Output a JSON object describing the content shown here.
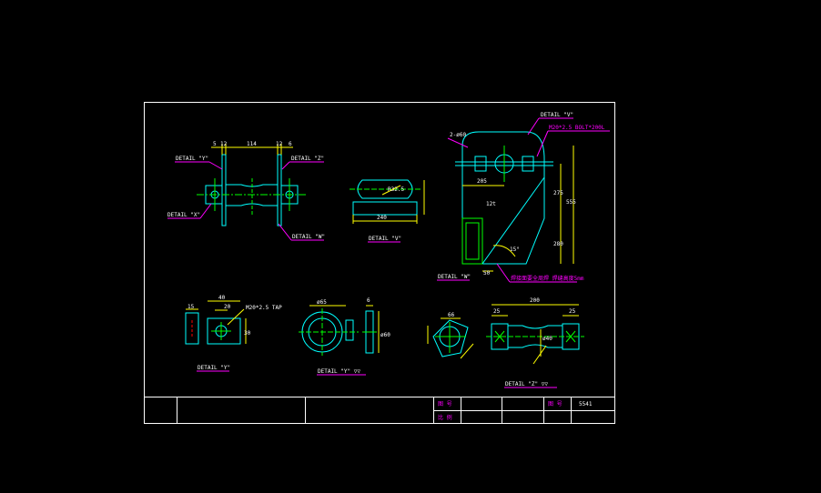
{
  "dimensions": {
    "d_5a": "5",
    "d_12a": "12",
    "d_114": "114",
    "d_12b": "12",
    "d_6": "6",
    "d_r32_5": "R32.5",
    "d_240": "240",
    "d_205": "205",
    "d_275": "275",
    "d_555": "555",
    "d_280": "280",
    "d_50": "50",
    "d_15deg": "15°",
    "d_15": "15",
    "d_40": "40",
    "d_20": "20",
    "d_30": "30",
    "d_phi65": "ø65",
    "d_6b": "6",
    "d_phi60": "ø60",
    "d_66": "66",
    "d_200": "200",
    "d_25a": "25",
    "d_25b": "25",
    "d_phi40": "ø40"
  },
  "labels": {
    "detail_y_top": "DETAIL \"Y\"",
    "detail_z_top": "DETAIL \"Z\"",
    "detail_x_top": "DETAIL \"X\"",
    "detail_w_top": "DETAIL \"W\"",
    "detail_v": "DETAIL \"V\"",
    "detail_v2": "DETAIL \"V\"",
    "detail_w_bottom": "DETAIL \"W\"",
    "detail_y_bottom": "DETAIL \"Y\"",
    "detail_y_section": "DETAIL \"Y\" ▽▽",
    "detail_z_section": "DETAIL \"Z\" ▽▽",
    "tap_note": "M20*2.5 TAP",
    "bolt_note": "M20*2.5 BOLT*200L",
    "hole_note": "2-ø60",
    "weight_note": "12t",
    "chinese_note": "焊接面要全周焊 焊缝高度5mm"
  },
  "title_block": {
    "label_a": "图 号",
    "label_b": "比 例",
    "label_c": "图 号",
    "drawing_no": "5541"
  },
  "colors": {
    "background": "#000000",
    "frame": "#ffffff",
    "outline": "#00ffff",
    "centerline": "#00ff00",
    "dimension": "#ffff00",
    "label": "#ff00ff",
    "hidden": "#ff0000"
  }
}
